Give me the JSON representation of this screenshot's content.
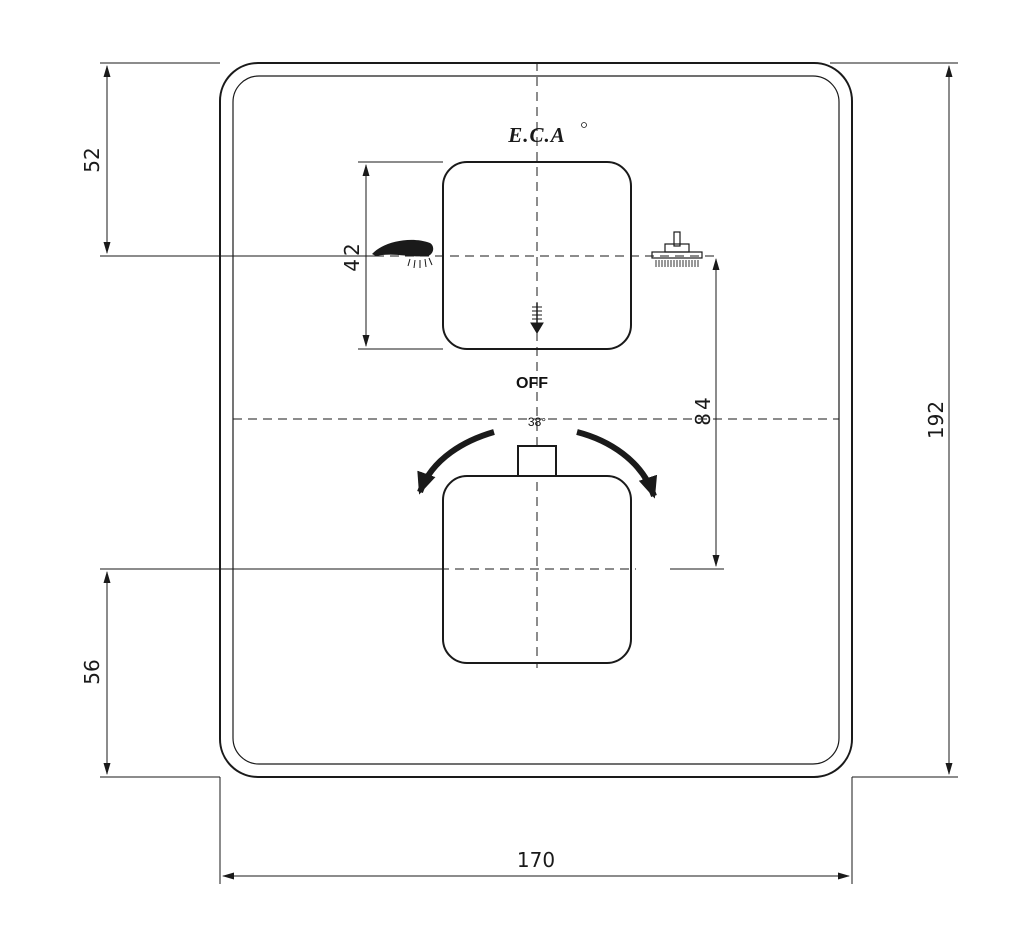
{
  "drawing": {
    "brand_logo": "E.C.A",
    "off_label": "OFF",
    "angle_label": "38°",
    "colors": {
      "line": "#1a1a1a",
      "background": "#ffffff"
    }
  },
  "dimensions": {
    "top_offset": "52",
    "diverter_height": "42",
    "knob_spacing": "84",
    "total_height": "192",
    "bottom_offset": "56",
    "total_width": "170"
  },
  "icons": {
    "hand_shower": "hand-shower-icon",
    "overhead_shower": "overhead-shower-icon",
    "diverter_pointer": "pointer-icon",
    "rotate_left": "rotate-left-arrow-icon",
    "rotate_right": "rotate-right-arrow-icon"
  }
}
